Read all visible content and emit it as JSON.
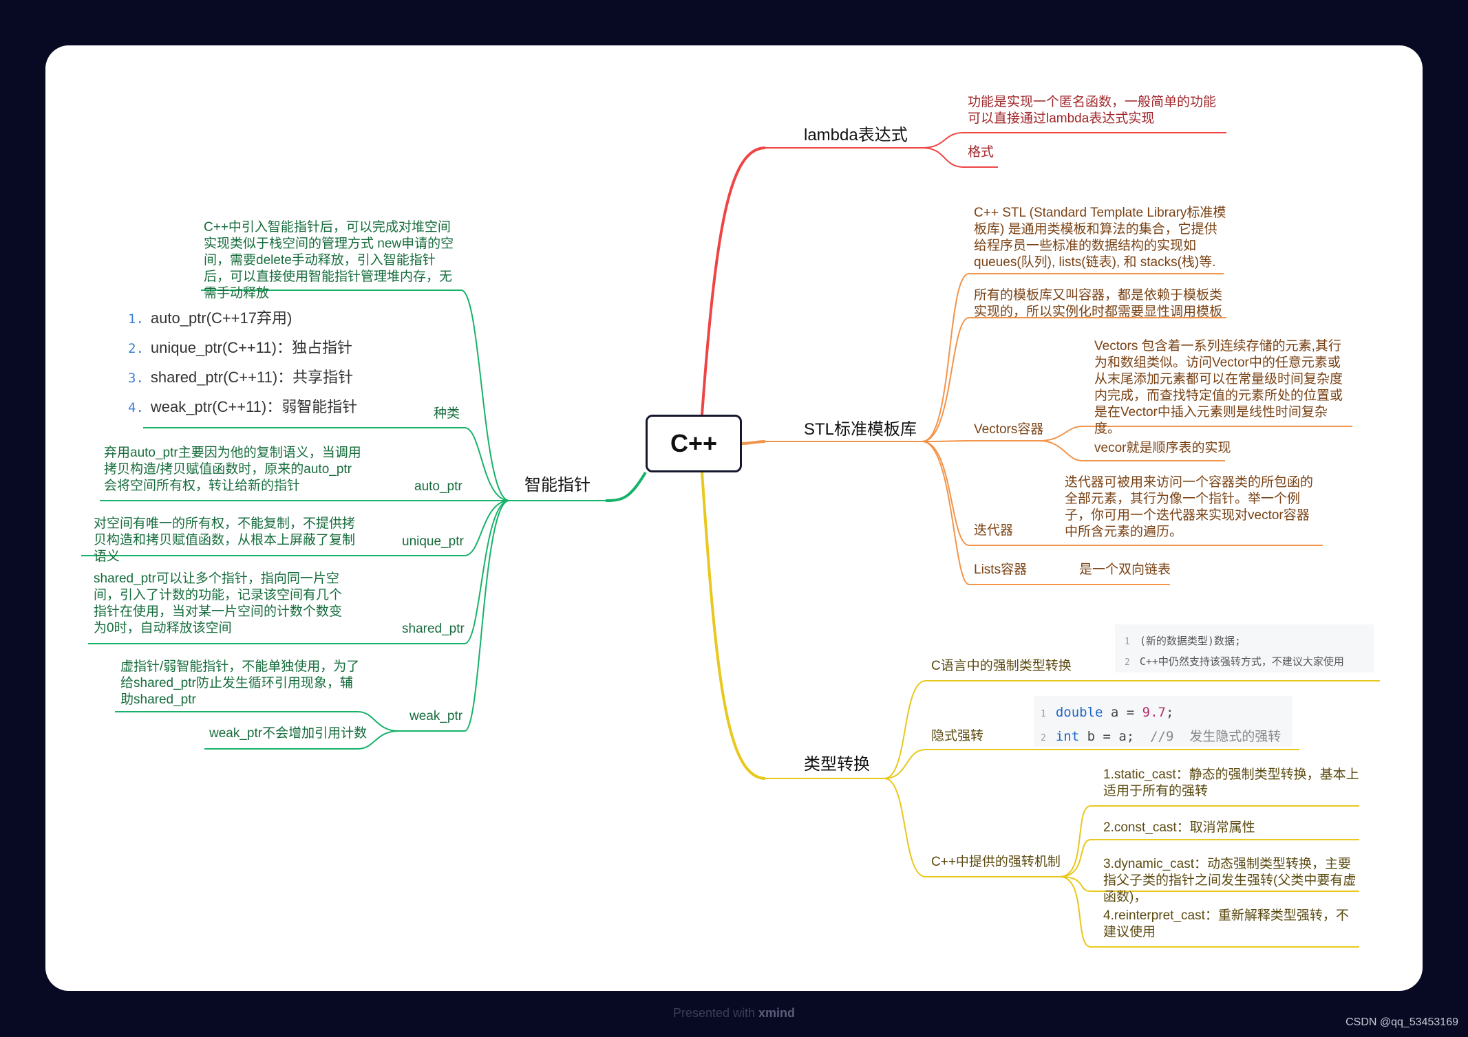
{
  "root": "C++",
  "colors": {
    "lambda": "#ef4444",
    "stl": "#f2944a",
    "types": "#e8c81c",
    "smart": "#17b26a"
  },
  "lambda": {
    "title": "lambda表达式",
    "items": [
      "功能是实现一个匿名函数，一般简单的功能可以直接通过lambda表达式实现",
      "格式"
    ]
  },
  "stl": {
    "title": "STL标准模板库",
    "desc1": "C++ STL (Standard Template Library标准模板库) 是通用类模板和算法的集合，它提供给程序员一些标准的数据结构的实现如 queues(队列), lists(链表), 和 stacks(栈)等.",
    "desc2": "所有的模板库又叫容器，都是依赖于模板类实现的，所以实例化时都需要显性调用模板",
    "vectors": {
      "label": "Vectors容器",
      "items": [
        "Vectors 包含着一系列连续存储的元素,其行为和数组类似。访问Vector中的任意元素或从末尾添加元素都可以在常量级时间复杂度内完成，而查找特定值的元素所处的位置或是在Vector中插入元素则是线性时间复杂度。",
        "vecor就是顺序表的实现"
      ]
    },
    "iterator": {
      "label": "迭代器",
      "text": "迭代器可被用来访问一个容器类的所包函的全部元素，其行为像一个指针。举一个例子，你可用一个迭代器来实现对vector容器中所含元素的遍历。"
    },
    "lists": {
      "label": "Lists容器",
      "text": "是一个双向链表"
    }
  },
  "types": {
    "title": "类型转换",
    "c_cast": {
      "label": "C语言中的强制类型转换",
      "code": [
        "(新的数据类型)数据;",
        "C++中仍然支持该强转方式，不建议大家使用"
      ]
    },
    "implicit": {
      "label": "隐式强转",
      "code_line1": {
        "kw": "double",
        "rest": " a = ",
        "num": "9.7",
        "end": ";"
      },
      "code_line2": {
        "kw": "int",
        "rest": " b = a;  ",
        "comment": "//9  发生隐式的强转"
      }
    },
    "cpp_cast": {
      "label": "C++中提供的强转机制",
      "items": [
        "1.static_cast：静态的强制类型转换，基本上适用于所有的强转",
        "2.const_cast：取消常属性",
        "3.dynamic_cast：动态强制类型转换，主要指父子类的指针之间发生强转(父类中要有虚函数)，",
        "4.reinterpret_cast：重新解释类型强转，不建议使用"
      ]
    }
  },
  "smart": {
    "title": "智能指针",
    "intro": "C++中引入智能指针后，可以完成对堆空间实现类似于栈空间的管理方式 new申请的空间，需要delete手动释放，引入智能指针后，可以直接使用智能指针管理堆内存，无需手动释放",
    "kinds_label": "种类",
    "kinds": [
      "auto_ptr(C++17弃用)",
      "unique_ptr(C++11)：独占指针",
      "shared_ptr(C++11)：共享指针",
      "weak_ptr(C++11)：弱智能指针"
    ],
    "kind_numbers": [
      "1.",
      "2.",
      "3.",
      "4."
    ],
    "auto_ptr": {
      "label": "auto_ptr",
      "text": "弃用auto_ptr主要因为他的复制语义，当调用拷贝构造/拷贝赋值函数时，原来的auto_ptr会将空间所有权，转让给新的指针"
    },
    "unique_ptr": {
      "label": "unique_ptr",
      "text": "对空间有唯一的所有权，不能复制，不提供拷贝构造和拷贝赋值函数，从根本上屏蔽了复制语义"
    },
    "shared_ptr": {
      "label": "shared_ptr",
      "text": "shared_ptr可以让多个指针，指向同一片空间，引入了计数的功能，记录该空间有几个指针在使用，当对某一片空间的计数个数变为0时，自动释放该空间"
    },
    "weak_ptr": {
      "label": "weak_ptr",
      "items": [
        "虚指针/弱智能指针，不能单独使用，为了给shared_ptr防止发生循环引用现象，辅助shared_ptr",
        "weak_ptr不会增加引用计数"
      ]
    }
  },
  "footer": {
    "prefix": "Presented with ",
    "brand": "xmind"
  },
  "watermark": "CSDN @qq_53453169"
}
